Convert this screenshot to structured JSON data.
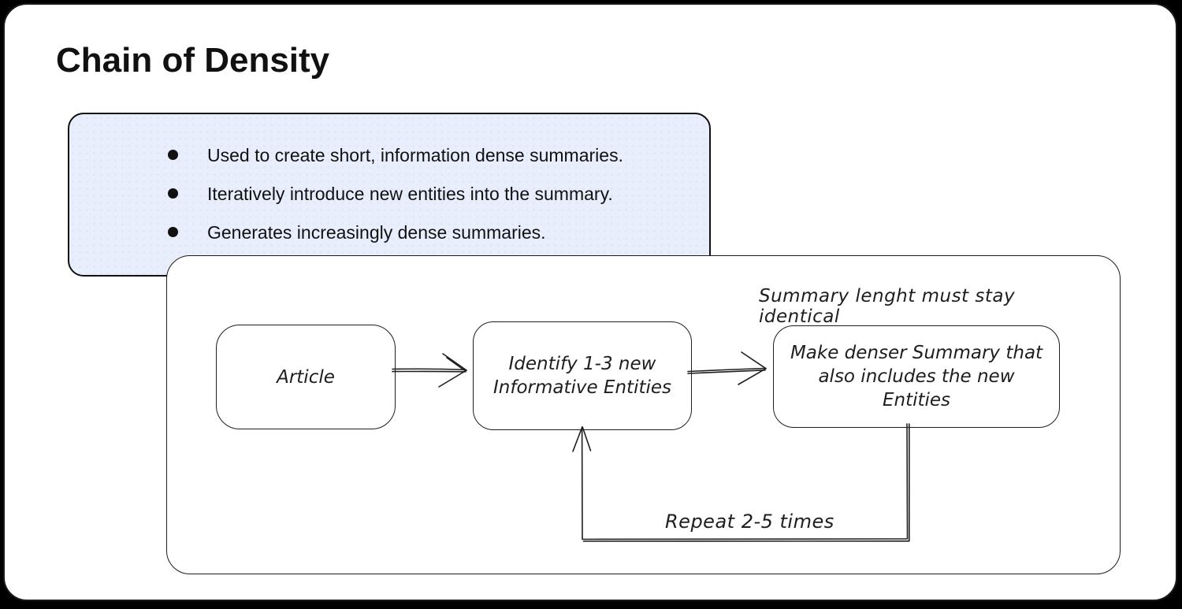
{
  "title": "Chain of Density",
  "callout": {
    "bullets": [
      "Used to create short, information dense summaries.",
      "Iteratively introduce new entities into the summary.",
      "Generates increasingly dense summaries."
    ]
  },
  "flow": {
    "annotation": "Summary lenght must stay identical",
    "nodes": {
      "article": "Article",
      "identify": "Identify 1-3 new Informative Entities",
      "denser": "Make denser Summary that also includes the new Entities"
    },
    "loop_label": "Repeat 2-5 times"
  },
  "colors": {
    "page_background": "#000000",
    "canvas_background": "#ffffff",
    "callout_fill": "#e9eefc",
    "stroke": "#1e1e1e",
    "text": "#111111"
  }
}
